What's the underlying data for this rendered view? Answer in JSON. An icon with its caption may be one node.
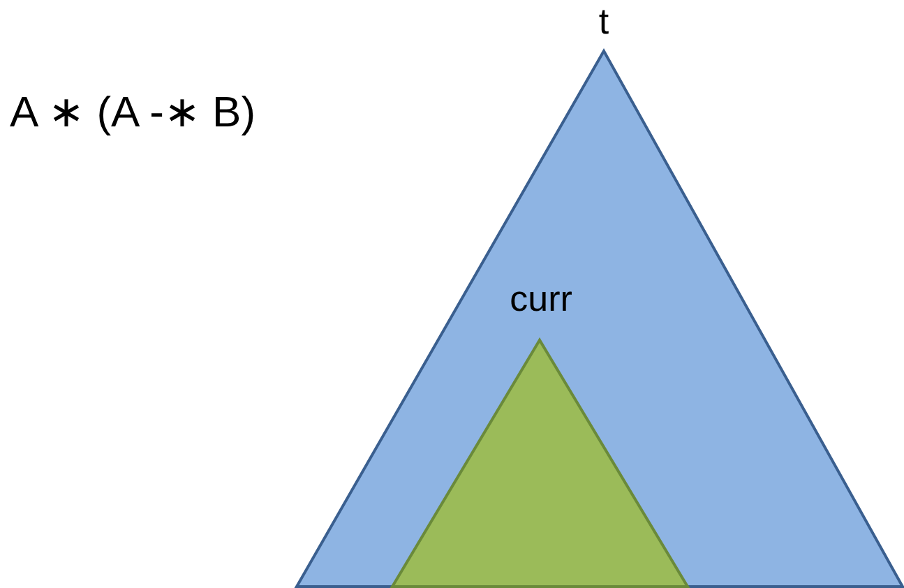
{
  "diagram": {
    "nodes": [
      {
        "text": [
          "t"
        ]
      },
      {
        "text": [
          "curr"
        ],
        "in": 0
      }
    ],
    "labels": [
      "A ∗ (A -∗ B)"
    ]
  }
}
